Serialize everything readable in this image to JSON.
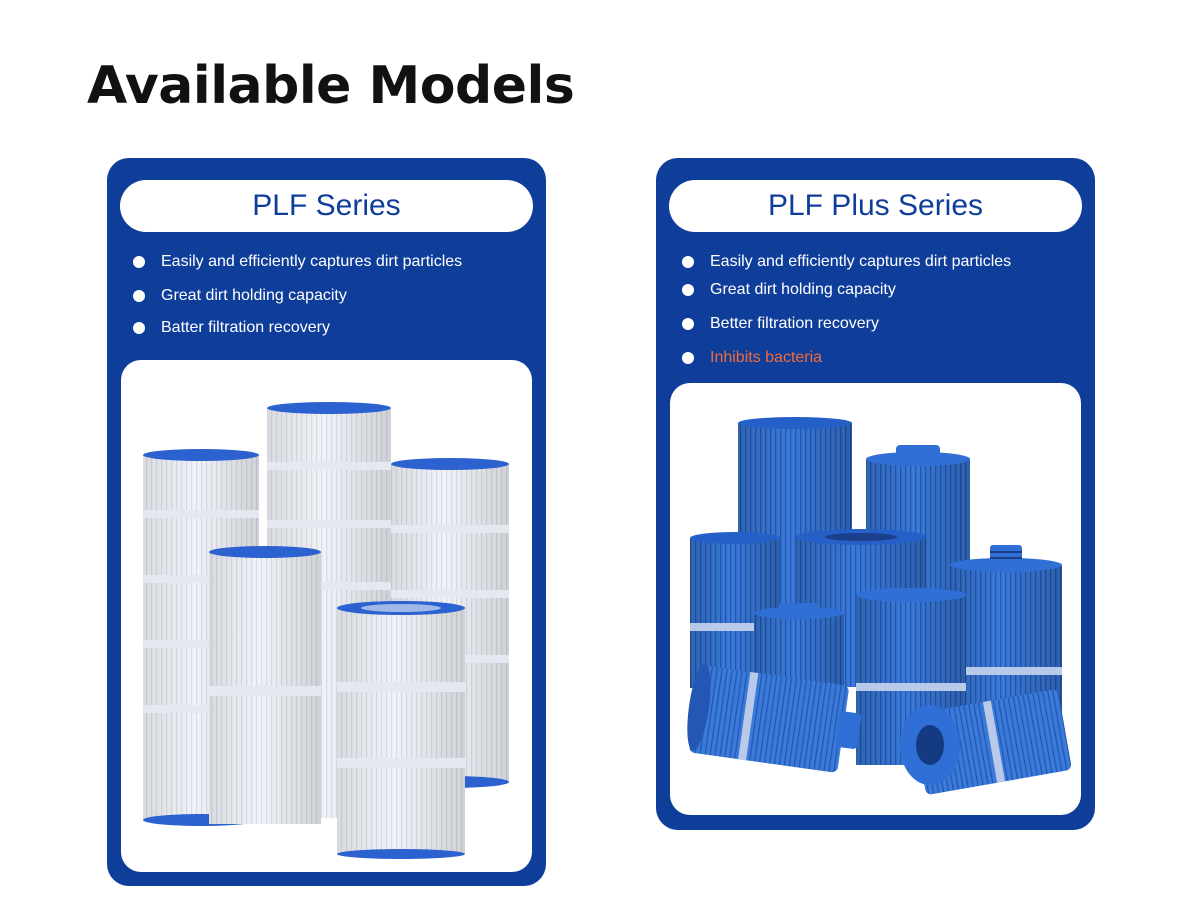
{
  "page": {
    "title": "Available Models"
  },
  "series": [
    {
      "name": "PLF Series",
      "features": [
        {
          "text": "Easily and efficiently captures dirt particles"
        },
        {
          "text": "Great dirt holding capacity"
        },
        {
          "text": "Batter filtration recovery"
        }
      ],
      "image_alt": "white pool filter cartridges"
    },
    {
      "name": "PLF Plus Series",
      "features": [
        {
          "text": "Easily and efficiently captures dirt particles"
        },
        {
          "text": "Great dirt holding capacity"
        },
        {
          "text": "Better filtration recovery"
        },
        {
          "text": "Inhibits bacteria",
          "highlight": true
        }
      ],
      "image_alt": "blue antimicrobial spa filter cartridges"
    }
  ],
  "colors": {
    "card_blue": "#0f3e9a",
    "highlight_orange": "#f26b3a",
    "filter_white": "#f1f3f8",
    "filter_blue": "#2f6fd6"
  }
}
